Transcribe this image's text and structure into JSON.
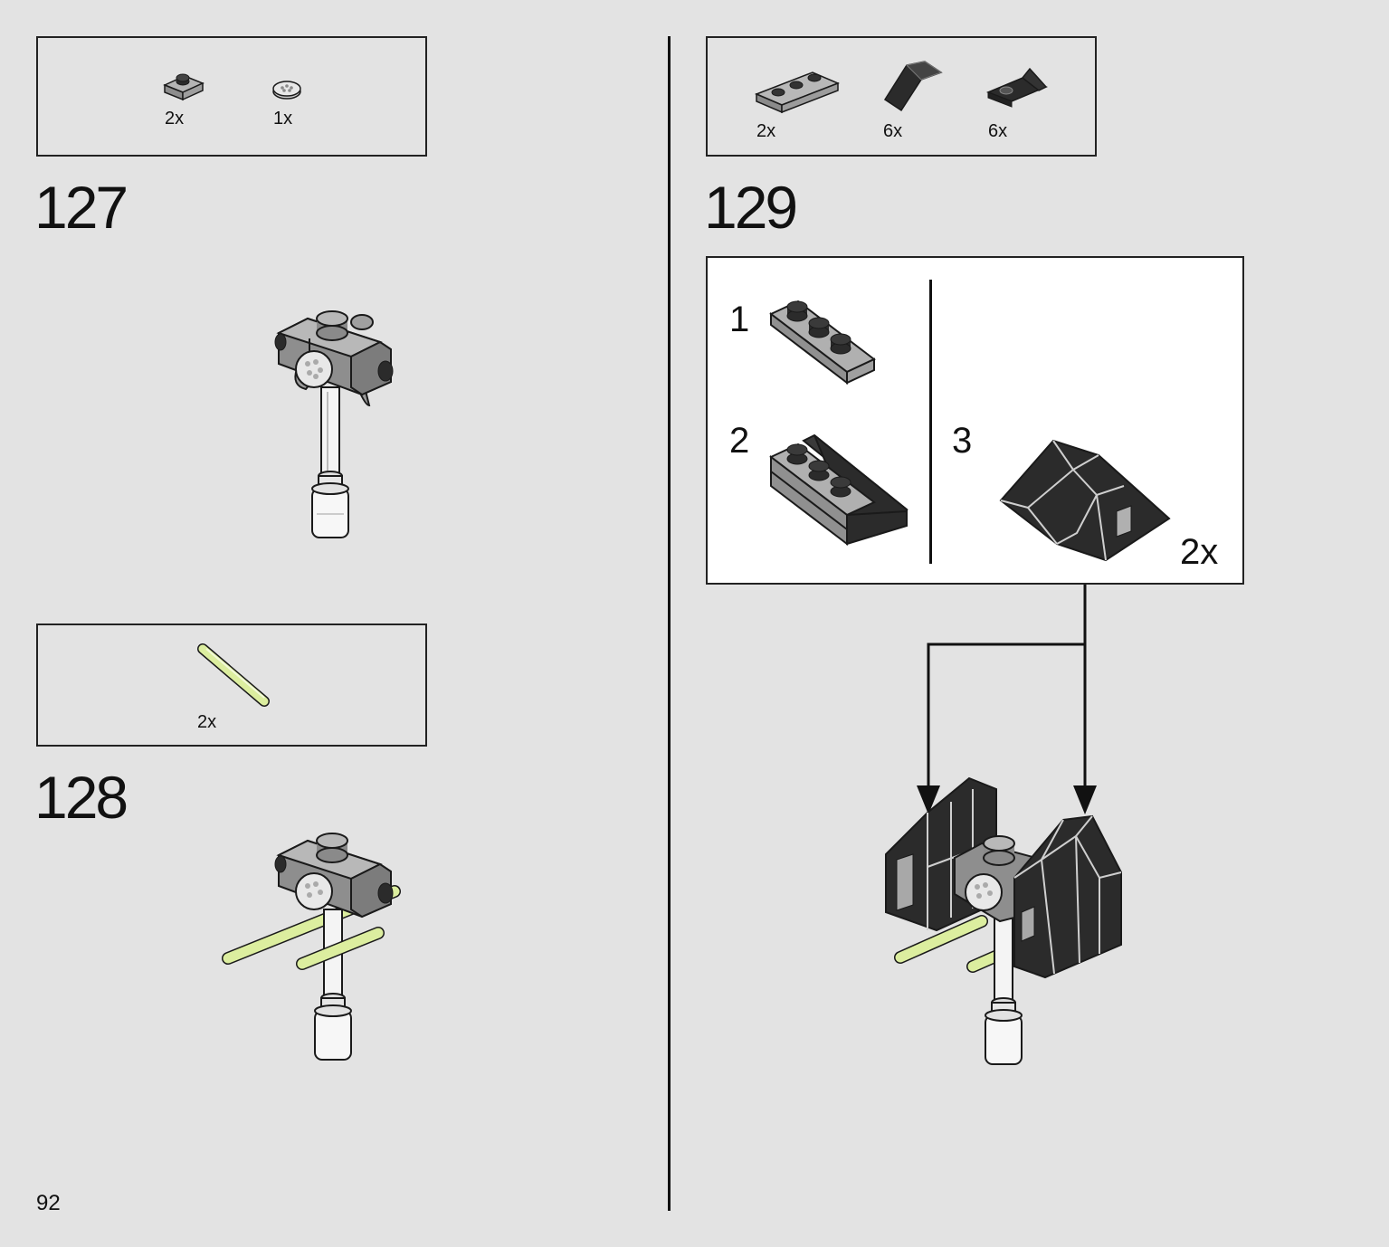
{
  "page_number": "92",
  "steps": [
    {
      "number": "127",
      "parts": [
        {
          "icon": "gray-1x2-plate-icon",
          "qty": "2x"
        },
        {
          "icon": "light-gray-round-tile-icon",
          "qty": "1x"
        }
      ]
    },
    {
      "number": "128",
      "parts": [
        {
          "icon": "lime-transparent-bar-icon",
          "qty": "2x"
        }
      ]
    },
    {
      "number": "129",
      "parts": [
        {
          "icon": "gray-1x3-plate-icon",
          "qty": "2x"
        },
        {
          "icon": "dark-slope-icon",
          "qty": "6x"
        },
        {
          "icon": "dark-bracket-plate-icon",
          "qty": "6x"
        }
      ],
      "callout": {
        "substeps": [
          "1",
          "2",
          "3"
        ],
        "qty": "2x"
      }
    }
  ],
  "colors": {
    "page_bg": "#e3e3e3",
    "light_gray": "#a8a8a8",
    "dark_gray": "#2b2b2b",
    "lime": "#dcee9f",
    "outline": "#1a1a1a"
  }
}
